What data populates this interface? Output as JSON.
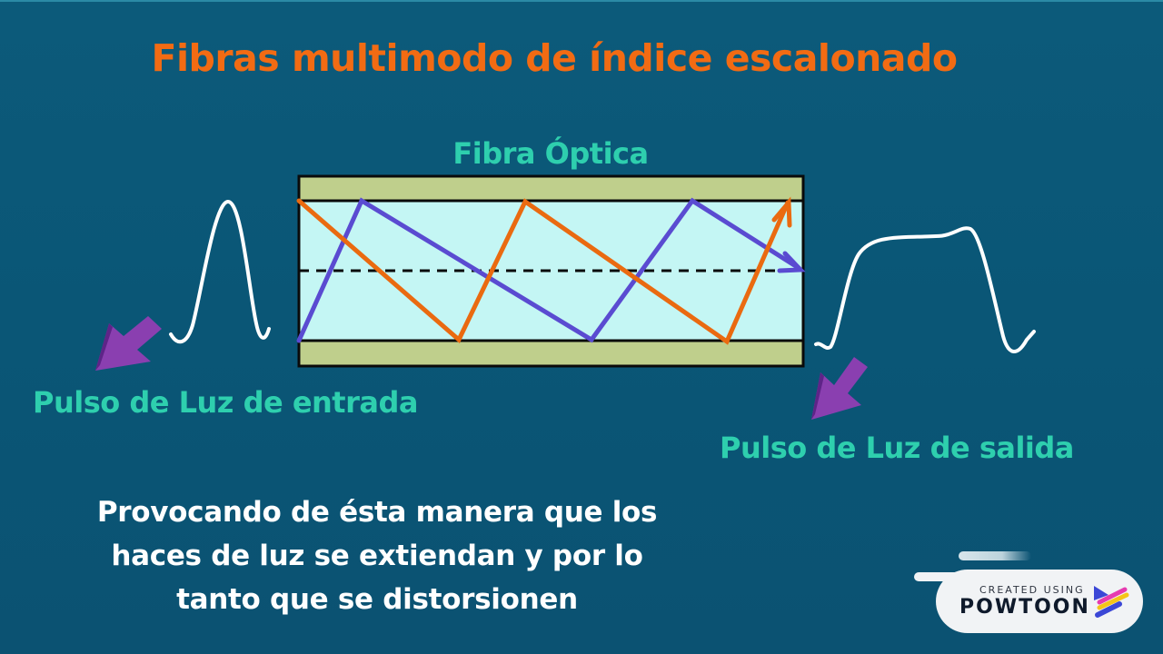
{
  "slide": {
    "title": "Fibras multimodo de índice escalonado",
    "fiber_label": "Fibra Óptica",
    "input_caption": "Pulso de Luz de entrada",
    "output_caption": "Pulso de Luz de salida",
    "body_lines": [
      "Provocando de ésta manera que los",
      "haces de luz se extiendan y por lo",
      "tanto que se distorsionen"
    ]
  },
  "diagram": {
    "cladding_color": "#bfcf8c",
    "core_color": "#c4f6f4",
    "ray_colors": {
      "orange": "#ea6a10",
      "purple": "#5a4bd1"
    },
    "pointer_arrow_color": "#8a3fb0",
    "pulse_color": "#ffffff",
    "axis_style": "dashed"
  },
  "watermark": {
    "created_label": "CREATED USING",
    "brand": "POWTOON"
  },
  "colors": {
    "background": "#0a5878",
    "title": "#f26b13",
    "label": "#2ecfae",
    "body": "#ffffff"
  }
}
